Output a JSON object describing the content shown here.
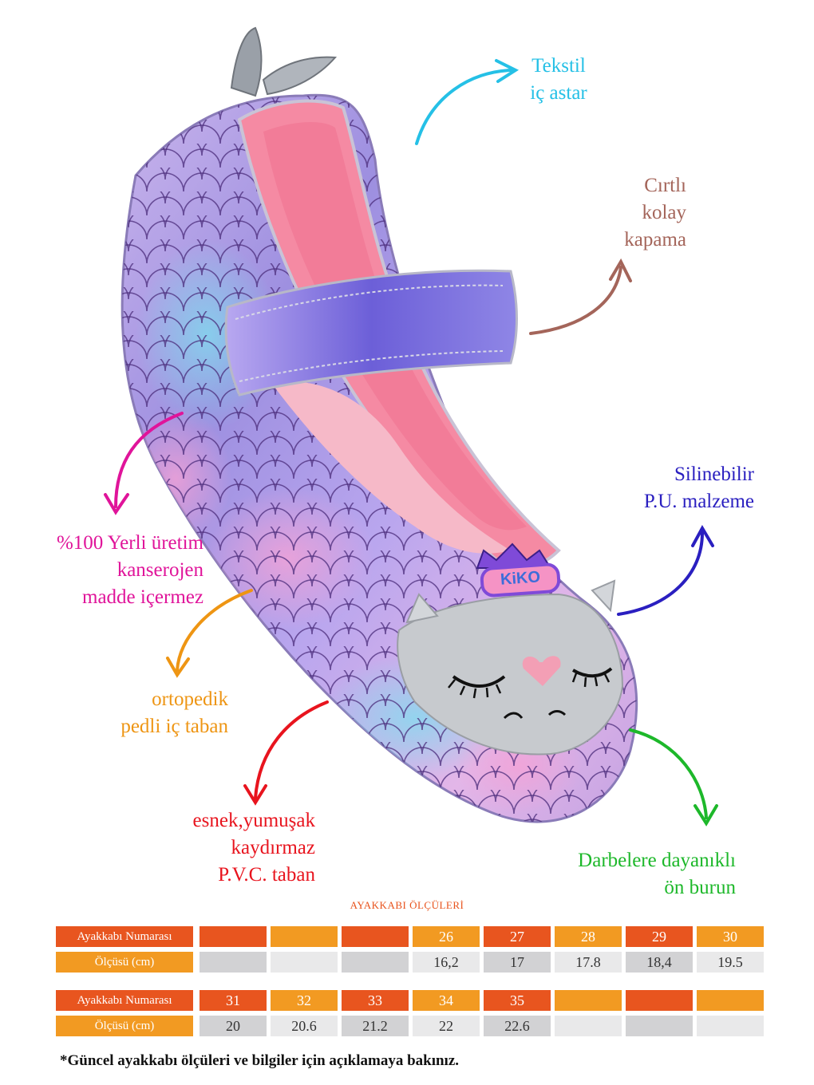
{
  "callouts": {
    "lining": [
      "Tekstil",
      "iç astar"
    ],
    "closure": [
      "Cırtlı",
      "kolay",
      "kapama"
    ],
    "material": [
      "Silinebilir",
      "P.U. malzeme"
    ],
    "production": [
      "%100 Yerli üretim",
      "kanserojen",
      "madde içermez"
    ],
    "insole": [
      "ortopedik",
      "pedli iç taban"
    ],
    "sole": [
      "esnek,yumuşak",
      "kaydırmaz",
      "P.V.C. taban"
    ],
    "toe": [
      "Darbelere dayanıklı",
      "ön burun"
    ]
  },
  "product": {
    "badge_text": "KiKO"
  },
  "size_table": {
    "title": "AYAKKABI ÖLÇÜLERİ",
    "row_label_number": "Ayakkabı Numarası",
    "row_label_size": "Ölçüsü (cm)",
    "block1": {
      "numbers": [
        "",
        "",
        "",
        "26",
        "27",
        "28",
        "29",
        "30"
      ],
      "sizes": [
        "",
        "",
        "",
        "16,2",
        "17",
        "17.8",
        "18,4",
        "19.5"
      ]
    },
    "block2": {
      "numbers": [
        "31",
        "32",
        "33",
        "34",
        "35",
        "",
        "",
        ""
      ],
      "sizes": [
        "20",
        "20.6",
        "21.2",
        "22",
        "22.6",
        "",
        "",
        ""
      ]
    }
  },
  "footnote": "*Güncel ayakkabı ölçüleri ve bilgiler için açıklamaya bakınız.",
  "colors": {
    "lining": "#25c0e6",
    "closure": "#a4655a",
    "material": "#2a1fc0",
    "production": "#e0149a",
    "insole": "#ee9513",
    "sole": "#e8141e",
    "toe": "#1db82a",
    "table_dark_orange": "#e8551f",
    "table_light_orange": "#f29a22"
  }
}
